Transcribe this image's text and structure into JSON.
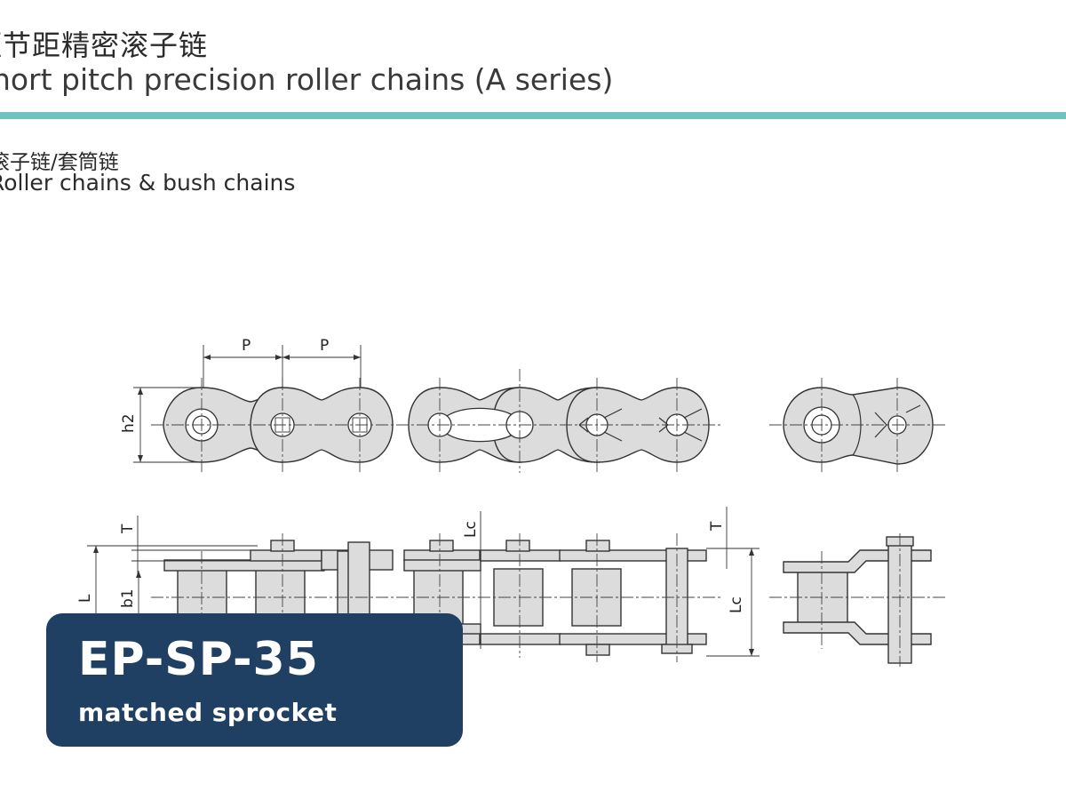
{
  "header": {
    "title_cn": "短节距精密滚子链",
    "title_en": "Short pitch precision roller chains (A series)"
  },
  "section": {
    "title_cn": "滚子链/套筒链",
    "title_en": "Roller chains & bush chains"
  },
  "dimensions": {
    "pitch": "P",
    "plate_height": "h2",
    "thickness": "T",
    "length": "L",
    "inner_width": "b1",
    "pin_length_connecting": "Lc"
  },
  "badge": {
    "code": "EP-SP-35",
    "caption": "matched sprocket"
  },
  "colors": {
    "accent_rule": "#6fc2c0",
    "badge_background": "#1f3f63",
    "part_fill": "#dcdcdc"
  }
}
